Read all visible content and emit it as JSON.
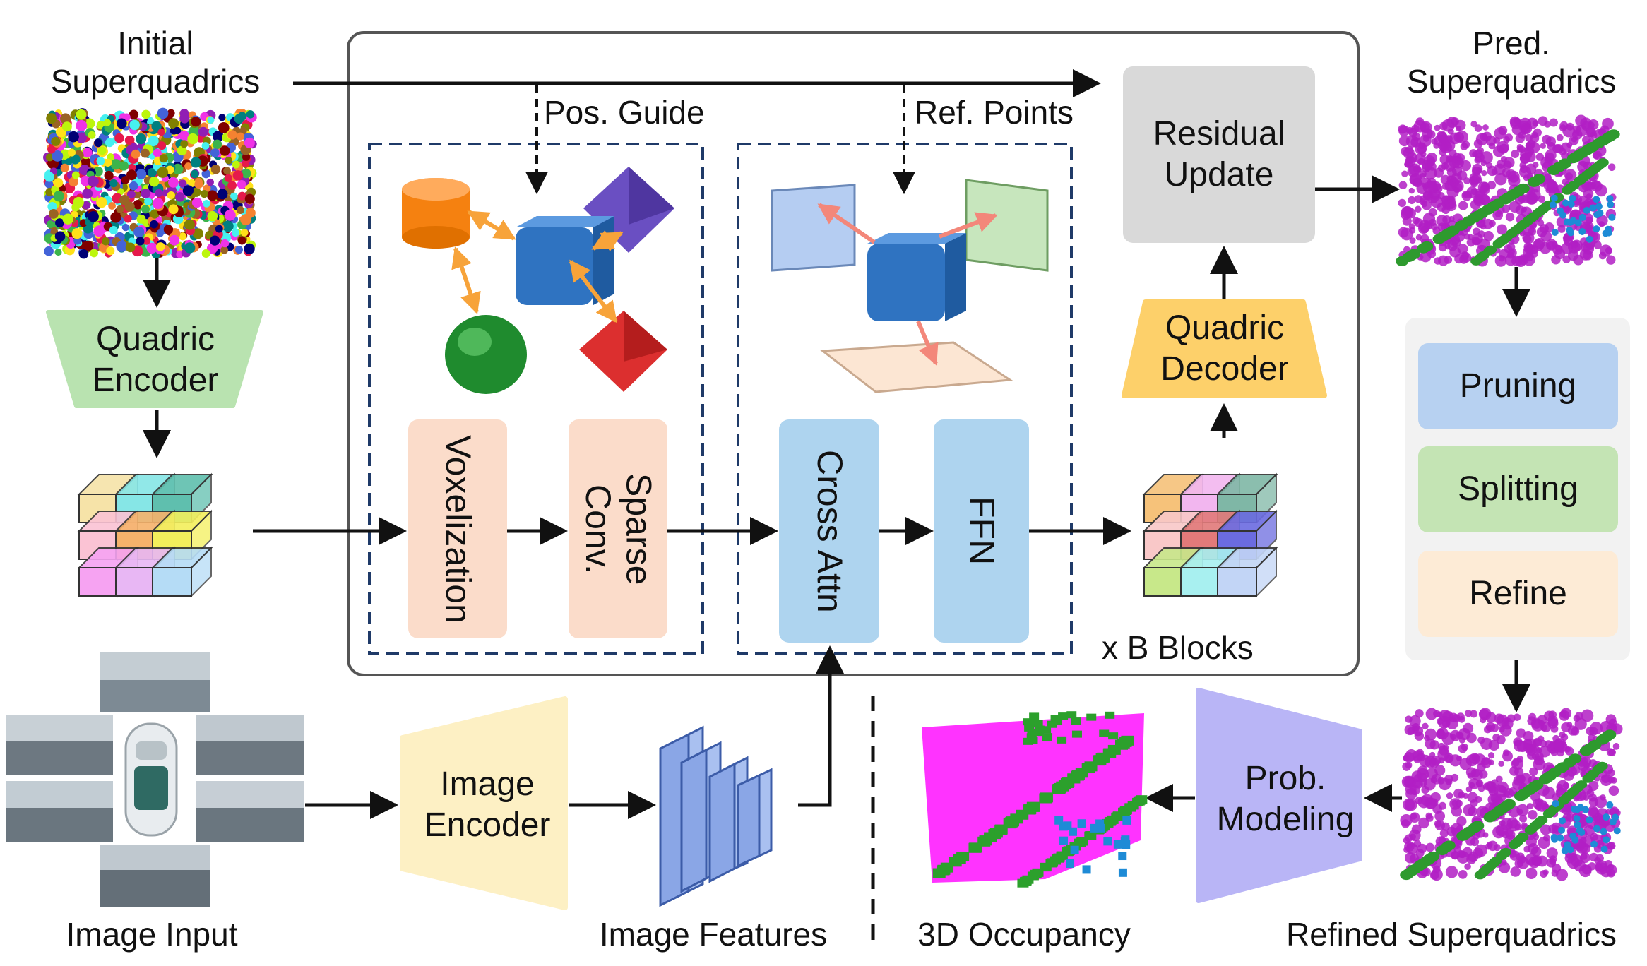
{
  "labels": {
    "initial_superquadrics": "Initial\nSuperquadrics",
    "pred_superquadrics": "Pred.\nSuperquadrics",
    "pos_guide": "Pos. Guide",
    "ref_points": "Ref. Points",
    "blocks": "x B Blocks",
    "image_input": "Image Input",
    "image_features": "Image Features",
    "occupancy": "3D Occupancy",
    "refined_superquadrics": "Refined Superquadrics"
  },
  "modules": {
    "quadric_encoder": "Quadric\nEncoder",
    "voxelization": "Voxelization",
    "sparse_conv": "Sparse\nConv.",
    "cross_attn": "Cross Attn",
    "ffn": "FFN",
    "residual_update": "Residual\nUpdate",
    "quadric_decoder": "Quadric\nDecoder",
    "image_encoder": "Image\nEncoder",
    "prob_modeling": "Prob.\nModeling"
  },
  "ops": {
    "pruning": "Pruning",
    "splitting": "Splitting",
    "refine": "Refine"
  },
  "colors": {
    "quadric_encoder": "#b9e3b0",
    "voxel_conv": "#fbdcca",
    "attn_ffn": "#aed4ef",
    "residual": "#d9d9d9",
    "decoder": "#fdd06a",
    "image_encoder": "#fdf0c4",
    "prob_modeling": "#b9b5f6",
    "pruning": "#b7d1f1",
    "splitting": "#c4e4b4",
    "refine": "#fdebd6",
    "dashed_frame": "#1f3a68"
  }
}
